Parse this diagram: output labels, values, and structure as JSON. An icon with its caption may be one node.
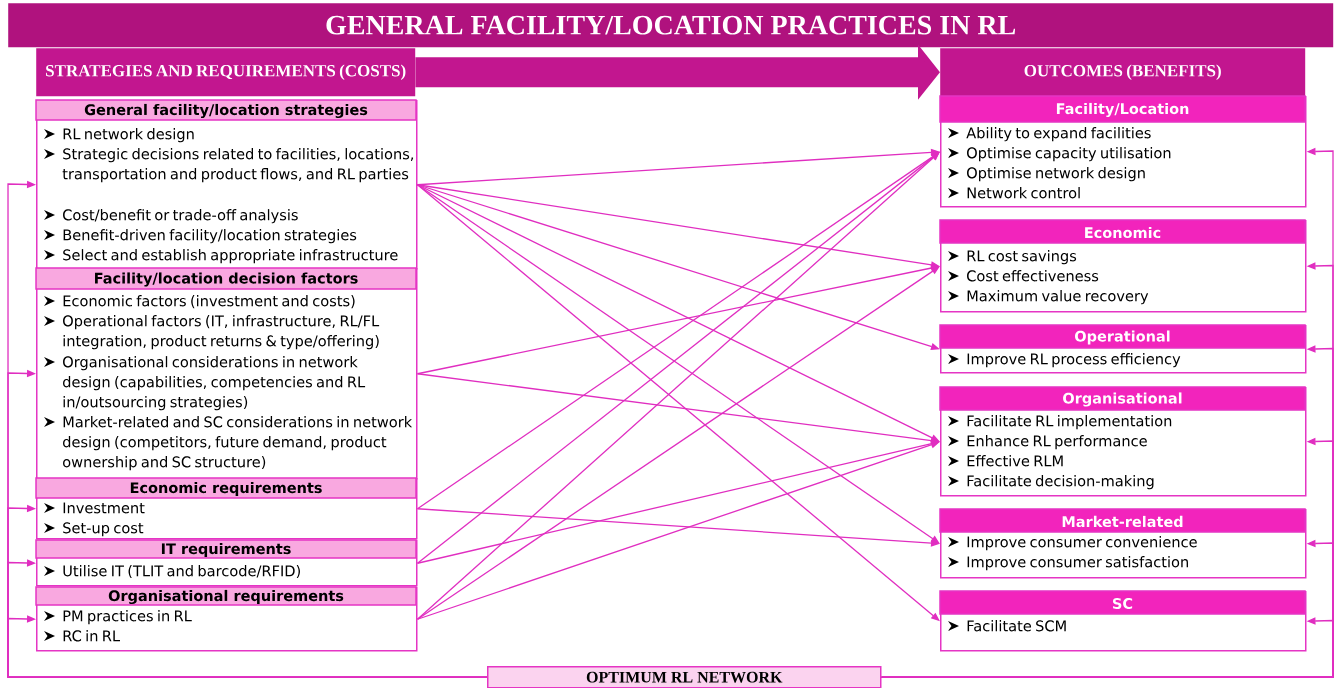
{
  "diagram": {
    "nodes": [
      {
        "text": [
          "GENERAL FACILITY/LOCATION PRACTICES IN RL"
        ]
      },
      {
        "text": [
          "STRATEGIES AND REQUIREMENTS (COSTS)"
        ]
      },
      {
        "text": [
          "OUTCOMES (BENEFITS)"
        ]
      },
      {
        "text": [
          "General facility/location strategies",
          "RL network design",
          "Strategic decisions related to facilities, locations, transportation and product flows, and RL parties",
          "Cost/benefit or trade-off analysis",
          "Benefit-driven facility/location strategies",
          "Select and establish appropriate infrastructure"
        ]
      },
      {
        "text": [
          "Facility/location decision factors",
          "Economic factors (investment and costs)",
          "Operational factors (IT, infrastructure, RL/FL integration, product returns & type/offering)",
          "Organisational considerations in network design (capabilities, competencies and RL in/outsourcing strategies)",
          "Market-related and SC considerations in network design (competitors, future demand, product ownership and SC structure)"
        ]
      },
      {
        "text": [
          "Economic requirements",
          "Investment",
          "Set-up cost"
        ]
      },
      {
        "text": [
          "IT requirements",
          "Utilise IT (TLIT and barcode/RFID)"
        ]
      },
      {
        "text": [
          "Organisational requirements",
          "PM practices in RL",
          "RC in RL"
        ]
      },
      {
        "text": [
          "Facility/Location",
          "Ability to expand facilities",
          "Optimise capacity utilisation",
          "Optimise network design",
          "Network control"
        ]
      },
      {
        "text": [
          "Economic",
          "RL cost savings",
          "Cost effectiveness",
          "Maximum value recovery"
        ]
      },
      {
        "text": [
          "Operational",
          "Improve RL process efficiency"
        ]
      },
      {
        "text": [
          "Organisational",
          "Facilitate RL implementation",
          "Enhance RL performance",
          "Effective RLM",
          "Facilitate decision-making"
        ]
      },
      {
        "text": [
          "Market-related",
          "Improve consumer convenience",
          "Improve consumer satisfaction"
        ]
      },
      {
        "text": [
          "SC",
          "Facilitate SCM"
        ]
      },
      {
        "text": [
          "OPTIMUM RL NETWORK"
        ]
      }
    ],
    "edges": [
      {
        "from": 1,
        "to": 2,
        "arrow": "to",
        "style": "thick",
        "color": "#c2168f"
      },
      {
        "from": 3,
        "to": 8,
        "arrow": "to"
      },
      {
        "from": 3,
        "to": 9,
        "arrow": "to"
      },
      {
        "from": 3,
        "to": 10,
        "arrow": "to"
      },
      {
        "from": 3,
        "to": 11,
        "arrow": "to"
      },
      {
        "from": 3,
        "to": 12,
        "arrow": "to"
      },
      {
        "from": 3,
        "to": 13,
        "arrow": "to"
      },
      {
        "from": 4,
        "to": 9,
        "arrow": "to"
      },
      {
        "from": 4,
        "to": 11,
        "arrow": "to"
      },
      {
        "from": 5,
        "to": 8,
        "arrow": "to"
      },
      {
        "from": 5,
        "to": 12,
        "arrow": "to"
      },
      {
        "from": 6,
        "to": 8,
        "arrow": "to"
      },
      {
        "from": 6,
        "to": 11,
        "arrow": "to"
      },
      {
        "from": 7,
        "to": 8,
        "arrow": "to"
      },
      {
        "from": 7,
        "to": 9,
        "arrow": "to"
      },
      {
        "from": 7,
        "to": 11,
        "arrow": "to"
      },
      {
        "from": 14,
        "to": 3,
        "arrow": "to"
      },
      {
        "from": 14,
        "to": 4,
        "arrow": "to"
      },
      {
        "from": 14,
        "to": 5,
        "arrow": "to"
      },
      {
        "from": 14,
        "to": 6,
        "arrow": "to"
      },
      {
        "from": 14,
        "to": 7,
        "arrow": "to"
      },
      {
        "from": 14,
        "to": 8,
        "arrow": "to"
      },
      {
        "from": 14,
        "to": 9,
        "arrow": "to"
      },
      {
        "from": 14,
        "to": 10,
        "arrow": "to"
      },
      {
        "from": 14,
        "to": 11,
        "arrow": "to"
      },
      {
        "from": 14,
        "to": 12,
        "arrow": "to"
      },
      {
        "from": 14,
        "to": 13,
        "arrow": "to"
      }
    ]
  }
}
